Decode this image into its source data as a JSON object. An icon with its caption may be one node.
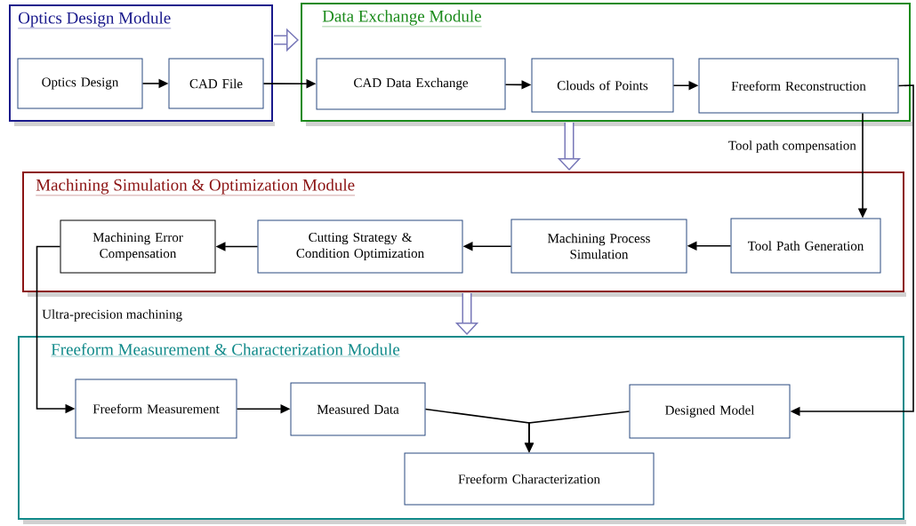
{
  "diagram": {
    "nodes": [
      {
        "text": [
          "Optics Design Module"
        ]
      },
      {
        "text": [
          "Optics Design"
        ],
        "in": 0
      },
      {
        "text": [
          "CAD File"
        ],
        "in": 0
      },
      {
        "text": [
          "Data Exchange Module"
        ]
      },
      {
        "text": [
          "CAD Data Exchange"
        ],
        "in": 3
      },
      {
        "text": [
          "Clouds of Points"
        ],
        "in": 3
      },
      {
        "text": [
          "Freeform Reconstruction"
        ],
        "in": 3
      },
      {
        "text": [
          "Machining Simulation & Optimization Module"
        ]
      },
      {
        "text": [
          "Machining Error Compensation"
        ],
        "in": 7
      },
      {
        "text": [
          "Cutting Strategy & Condition Optimization"
        ],
        "in": 7
      },
      {
        "text": [
          "Machining Process Simulation"
        ],
        "in": 7
      },
      {
        "text": [
          "Tool Path Generation"
        ],
        "in": 7
      },
      {
        "text": [
          "Freeform Measurement & Characterization Module"
        ]
      },
      {
        "text": [
          "Freeform Measurement"
        ],
        "in": 12
      },
      {
        "text": [
          "Measured Data"
        ],
        "in": 12
      },
      {
        "text": [
          "Designed Model"
        ],
        "in": 12
      },
      {
        "text": [
          "Freeform Characterization"
        ],
        "in": 12
      }
    ],
    "edges": [
      {
        "from": 0,
        "to": 3,
        "arrow": "to",
        "style": "thick",
        "color": "#7878b8"
      },
      {
        "from": 1,
        "to": 2,
        "arrow": "to"
      },
      {
        "from": 2,
        "to": 4,
        "arrow": "to"
      },
      {
        "from": 4,
        "to": 5,
        "arrow": "to"
      },
      {
        "from": 5,
        "to": 6,
        "arrow": "to"
      },
      {
        "from": 3,
        "to": 7,
        "arrow": "to",
        "style": "thick",
        "color": "#7878b8"
      },
      {
        "from": 6,
        "to": 11,
        "arrow": "to",
        "label": "Tool path compensation"
      },
      {
        "from": 11,
        "to": 10,
        "arrow": "to"
      },
      {
        "from": 10,
        "to": 9,
        "arrow": "to"
      },
      {
        "from": 9,
        "to": 8,
        "arrow": "to"
      },
      {
        "from": 7,
        "to": 12,
        "arrow": "to",
        "style": "thick",
        "color": "#7878b8"
      },
      {
        "from": 8,
        "to": 13,
        "arrow": "to",
        "label": "Ultra-precision machining"
      },
      {
        "from": 13,
        "to": 14,
        "arrow": "to"
      },
      {
        "from": 14,
        "to": 16,
        "arrow": "to"
      },
      {
        "from": 15,
        "to": 16,
        "arrow": "to"
      },
      {
        "from": 6,
        "to": 15,
        "arrow": "to"
      }
    ]
  }
}
